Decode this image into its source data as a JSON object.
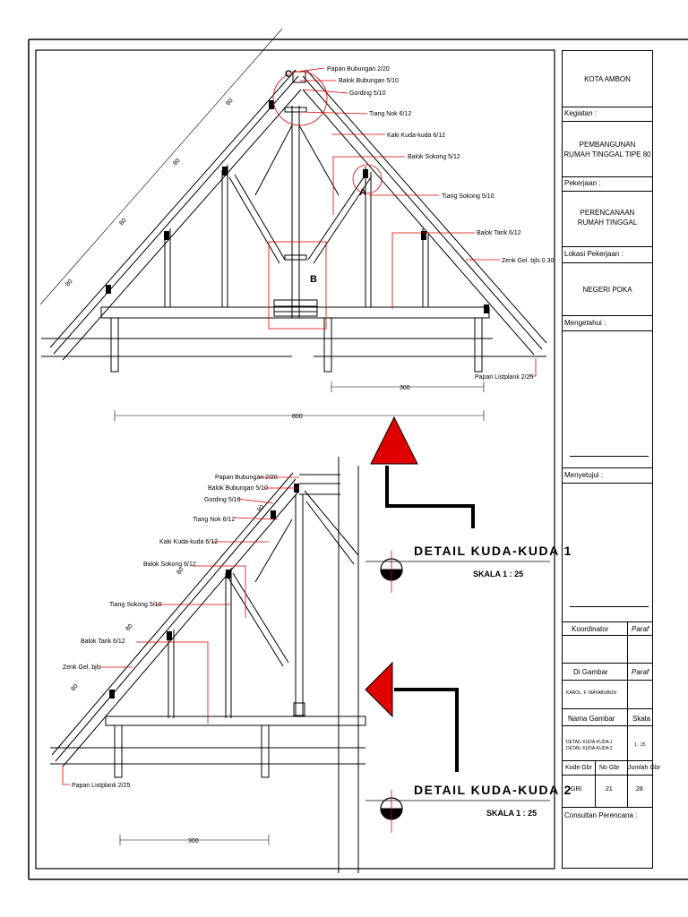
{
  "drawing": {
    "truss1_labels": {
      "c_marker": "C",
      "a_marker": "A",
      "b_marker": "B",
      "papan_bubungan": "Papan Bubungan 2/20",
      "balok_bubungan": "Balok Bubungan 5/10",
      "gording": "Gording 5/10",
      "tiang_nok": "Tiang Nok 6/12",
      "kaki_kuda": "Kaki Kuda-kuda 6/12",
      "balok_sokong": "Balok Sokong 5/12",
      "tiang_sokong": "Tiang Sokong 5/10",
      "balok_tarik": "Balok Tarik 6/12",
      "zenk": "Zenk Gel. bjls 0.30",
      "papan_listplank": "Papan Listplank 2/25",
      "dim_80": "80",
      "dim_300": "300",
      "dim_800": "800"
    },
    "truss2_labels": {
      "papan_bubungan": "Papan Bubungan 2/20",
      "balok_bubungan": "Balok Bubungan 5/10",
      "gording": "Gording 5/10",
      "tiang_nok": "Tiang Nok 6/12",
      "kaki_kuda": "Kaki Kuda-kuda 6/12",
      "balok_sokong": "Balok Sokong 6/12",
      "tiang_sokong": "Tiang Sokong 5/10",
      "balok_tarik": "Balok Tarik 6/12",
      "zenk": "Zenk Gel. bjls",
      "papan_listplank": "Papan Listplank 2/25",
      "dim_80": "80",
      "dim_300": "300"
    },
    "detail1": {
      "title": "DETAIL KUDA-KUDA 1",
      "scale": "SKALA 1 : 25"
    },
    "detail2": {
      "title": "DETAIL KUDA-KUDA 2",
      "scale": "SKALA 1 : 25"
    }
  },
  "title_block": {
    "city": "KOTA AMBON",
    "kegiatan_label": "Kegiatan :",
    "kegiatan_line1": "PEMBANGUNAN",
    "kegiatan_line2": "RUMAH TINGGAL TIPE 80",
    "pekerjaan_label": "Pekerjaan :",
    "pekerjaan_line1": "PERENCANAAN",
    "pekerjaan_line2": "RUMAH TINGGAL",
    "lokasi_label": "Lokasi Pekerjaan :",
    "lokasi_value": "NEGERI POKA",
    "mengetahui_label": "Mengetahui :",
    "menyetujui_label": "Menyetujui :",
    "koordinator_label": "Koordinator",
    "paraf_label_1": "Paraf",
    "digambar_label": "Di Gambar",
    "paraf_label_2": "Paraf",
    "drafter_name": "KAROL. F. MAYABUBUN",
    "nama_gambar_label": "Nama Gambar",
    "skala_label": "Skala",
    "nama_gambar_line1": "DETAIL KUDA-KUDA 1",
    "nama_gambar_line2": "DETAIL KUDA-KUDA 2",
    "skala_value": "1 : 25",
    "kode_gbr_label": "Kode Gbr",
    "no_gbr_label": "No Gbr",
    "jumlah_gbr_label": "Jumlah Gbr",
    "kode_gbr_value": "GRI",
    "no_gbr_value": "21",
    "jumlah_gbr_value": "28",
    "konsultan_label": "Consultan Perencana :"
  }
}
